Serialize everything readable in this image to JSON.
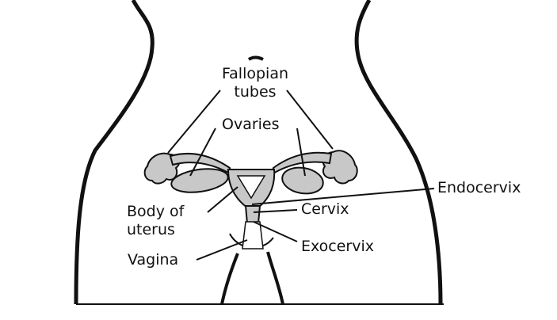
{
  "diagram": {
    "labels": {
      "fallopian_tubes_line1": "Fallopian",
      "fallopian_tubes_line2": "tubes",
      "ovaries": "Ovaries",
      "body_of_uterus_line1": "Body of",
      "body_of_uterus_line2": "uterus",
      "vagina": "Vagina",
      "cervix": "Cervix",
      "endocervix": "Endocervix",
      "exocervix": "Exocervix"
    },
    "colors": {
      "outline": "#111111",
      "organ_fill": "#c8c8c8",
      "background": "#ffffff"
    }
  }
}
